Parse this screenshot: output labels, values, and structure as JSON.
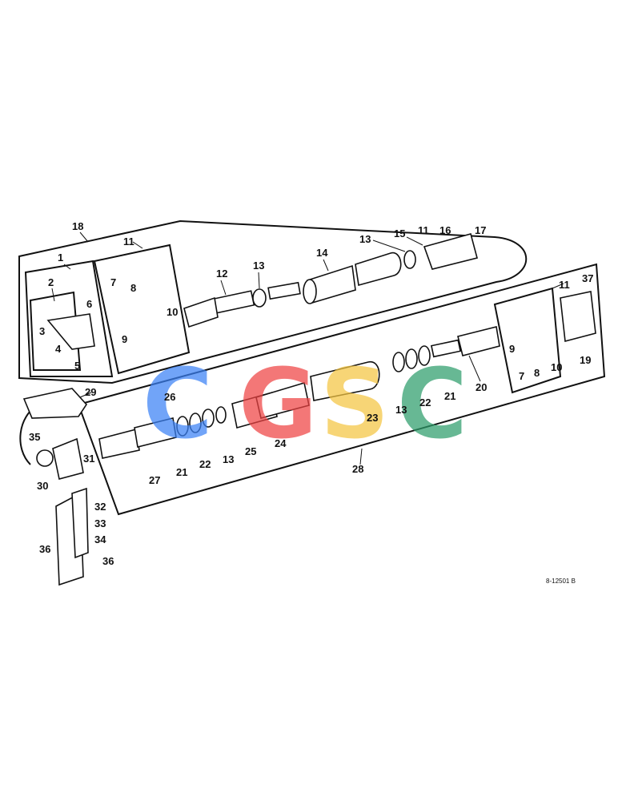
{
  "diagram": {
    "drawing_number": "8-12501 B",
    "callouts": [
      "1",
      "2",
      "3",
      "4",
      "5",
      "6",
      "7",
      "8",
      "9",
      "10",
      "11",
      "12",
      "13",
      "14",
      "15",
      "16",
      "17",
      "18",
      "19",
      "20",
      "21",
      "22",
      "23",
      "24",
      "25",
      "26",
      "27",
      "28",
      "29",
      "30",
      "31",
      "32",
      "33",
      "34",
      "35",
      "36",
      "37"
    ]
  },
  "watermark": {
    "letters": [
      "C",
      "G",
      "S",
      "C"
    ],
    "colors": [
      "#3b82f6",
      "#ef4444",
      "#f5c542",
      "#2e9e6b"
    ]
  }
}
